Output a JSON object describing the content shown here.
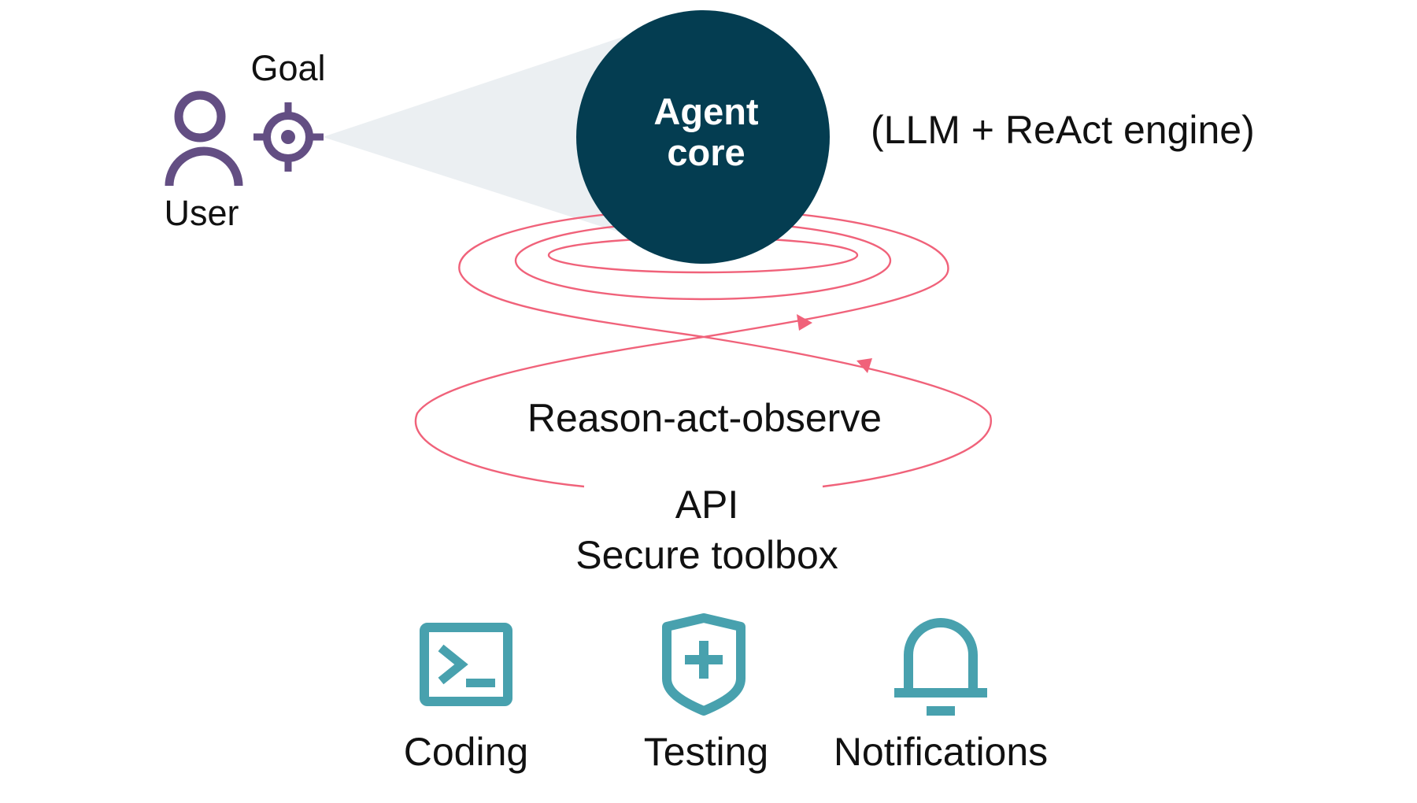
{
  "colors": {
    "core_fill": "#043d51",
    "core_text": "#ffffff",
    "cone": "#ebeff2",
    "loop": "#f0627a",
    "user_icon": "#634e83",
    "tool_icon": "#48a1ae",
    "text": "#111111"
  },
  "user": {
    "label": "User",
    "icon": "person-icon"
  },
  "goal": {
    "label": "Goal",
    "icon": "target-icon"
  },
  "agent_core": {
    "line1": "Agent",
    "line2": "core",
    "caption": "(LLM + ReAct engine)"
  },
  "loop": {
    "label": "Reason-act-observe"
  },
  "toolbox": {
    "line1": "API",
    "line2": "Secure toolbox",
    "tools": [
      {
        "label": "Coding",
        "icon": "terminal-icon"
      },
      {
        "label": "Testing",
        "icon": "shield-plus-icon"
      },
      {
        "label": "Notifications",
        "icon": "bell-icon"
      }
    ]
  }
}
